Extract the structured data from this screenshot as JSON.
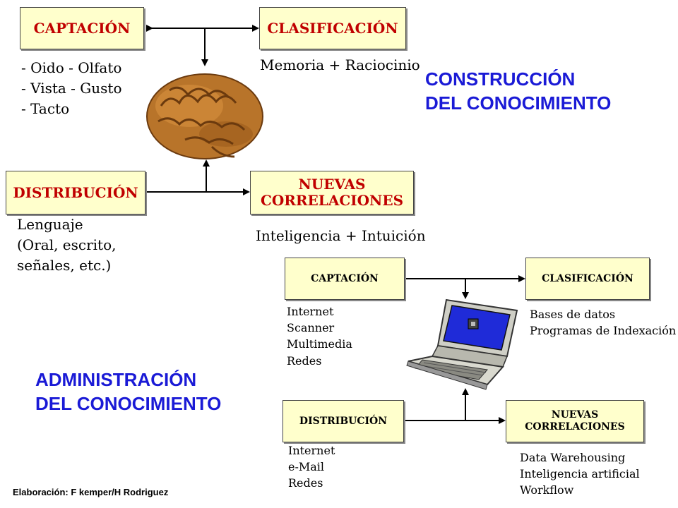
{
  "top": {
    "captacion": "CAPTACIÓN",
    "clasificacion": "CLASIFICACIÓN",
    "distribucion": "DISTRIBUCIÓN",
    "nuevas_correlaciones": "NUEVAS\nCORRELACIONES",
    "captacion_note": "- Oido - Olfato\n- Vista - Gusto\n- Tacto",
    "clasificacion_note": "Memoria + Raciocinio",
    "distribucion_note": " Lenguaje\n(Oral, escrito,\nseñales, etc.)",
    "correlaciones_note": "Inteligencia + Intuición",
    "title": "CONSTRUCCIÓN\nDEL CONOCIMIENTO",
    "center_icon": "brain-icon"
  },
  "bottom": {
    "captacion": "CAPTACIÓN",
    "clasificacion": "CLASIFICACIÓN",
    "distribucion": "DISTRIBUCIÓN",
    "nuevas_correlaciones": "NUEVAS\nCORRELACIONES",
    "captacion_note": "Internet\nScanner\nMultimedia\nRedes",
    "clasificacion_note": "Bases de datos\nProgramas de Indexación",
    "distribucion_note": "Internet\ne-Mail\nRedes",
    "correlaciones_note": "Data Warehousing\nInteligencia artificial\nWorkflow",
    "title": "ADMINISTRACIÓN\nDEL CONOCIMIENTO",
    "center_icon": "laptop-icon"
  },
  "credit": "Elaboración: F kemper/H Rodriguez",
  "colors": {
    "box_fill": "#ffffcc",
    "box_text_top": "#c00000",
    "heading": "#1a1ad6"
  }
}
